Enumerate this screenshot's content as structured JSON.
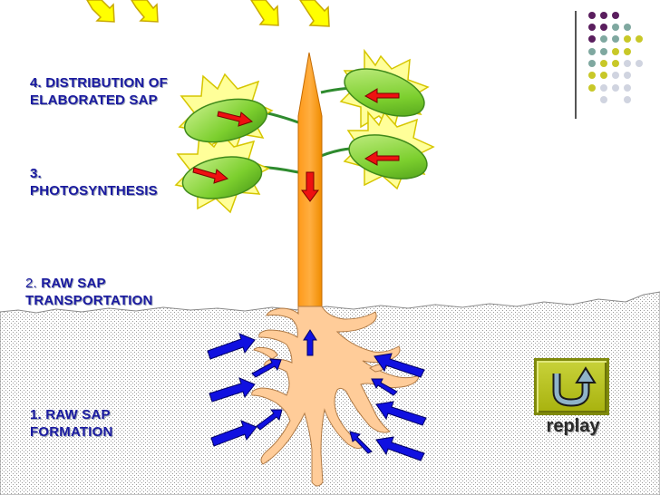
{
  "labels": {
    "distribution": "4. DISTRIBUTION OF ELABORATED SAP",
    "photosynthesis_num": "3.",
    "photosynthesis": "PHOTOSYNTHESIS",
    "transport_num": "2.",
    "transport": "RAW SAP TRANSPORTATION",
    "formation": "1. RAW SAP FORMATION"
  },
  "replay": {
    "label": "replay"
  },
  "colors": {
    "stem": "#ff9900",
    "leaf": "#8ed43c",
    "sun_burst": "#ffff99",
    "root": "#ffcc99",
    "blue_arrow": "#1010e0",
    "red_arrow": "#ee1111",
    "sun_ray": "#ffff00",
    "dot_purple": "#5a1e5e",
    "dot_teal": "#7fa8a0",
    "dot_olive": "#c8c828",
    "dot_grey": "#d0d4e0"
  }
}
